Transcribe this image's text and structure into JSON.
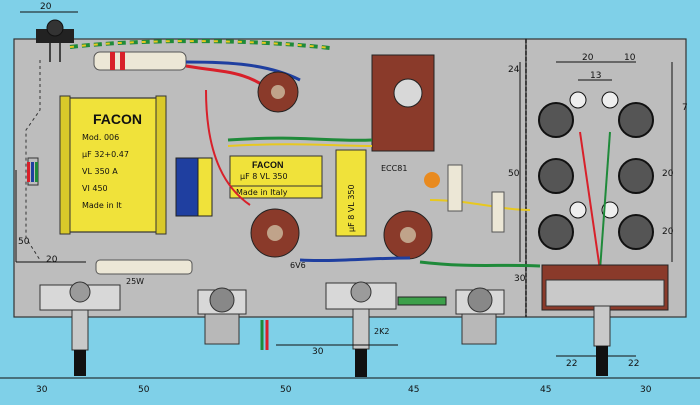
{
  "dimensions": {
    "top_left": "20",
    "left_24": "24",
    "left_50": "50",
    "left_20": "20",
    "right_20a": "20",
    "right_10": "10",
    "right_13": "13",
    "right_7": "7",
    "right_50": "50",
    "right_20b": "20",
    "right_20c": "20",
    "right_30": "30",
    "mid_30": "30",
    "bottom": [
      "30",
      "50",
      "50",
      "45",
      "45",
      "30"
    ],
    "bottom_right_22a": "22",
    "bottom_right_22b": "22"
  },
  "components": {
    "main_cap_brand": "FACON",
    "main_cap_mod": "Mod. 006",
    "main_cap_uf": "µF 32+0.47",
    "main_cap_vl": "VL 350 A",
    "main_cap_vi": "VI 450",
    "main_cap_made": "Made in It",
    "mid_cap_brand": "FACON",
    "mid_cap_value": "µF 8 VL 350",
    "mid_cap_made": "Made in Italy",
    "right_cap_value": "µF 8 VL 350",
    "tube_ecc81": "ECC81",
    "tube_6v6": "6V6",
    "res_2k2": "2K2",
    "res_25w": "25W"
  },
  "colors": {
    "background": "#7fd0e8",
    "chassis": "#bcbcbc",
    "facon_yellow": "#f0e23a",
    "tag_board": "#8a3a2a",
    "wire_red": "#d8202a",
    "wire_green": "#1f8a3a",
    "wire_blue": "#1f3fa0",
    "wire_yellow": "#e8c81f"
  }
}
